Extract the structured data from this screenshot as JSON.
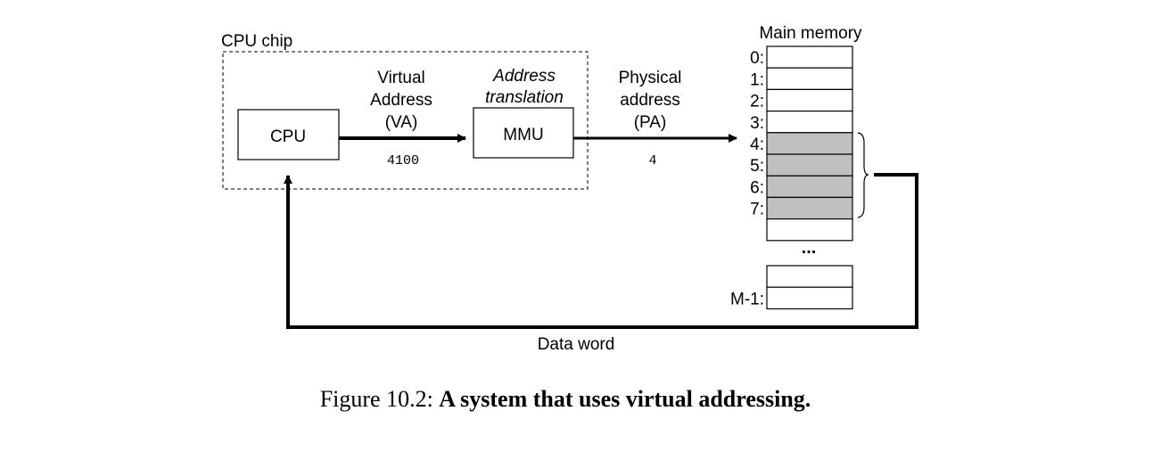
{
  "diagram": {
    "cpu_chip_label": "CPU chip",
    "cpu_label": "CPU",
    "mmu_label": "MMU",
    "virtual_address_label": [
      "Virtual",
      "Address",
      "(VA)"
    ],
    "virtual_address_value": "4100",
    "address_translation_label": [
      "Address",
      "translation"
    ],
    "physical_address_label": [
      "Physical",
      "address",
      "(PA)"
    ],
    "physical_address_value": "4",
    "main_memory_label": "Main memory",
    "memory_rows": [
      {
        "label": "0:",
        "highlighted": false
      },
      {
        "label": "1:",
        "highlighted": false
      },
      {
        "label": "2:",
        "highlighted": false
      },
      {
        "label": "3:",
        "highlighted": false
      },
      {
        "label": "4:",
        "highlighted": true
      },
      {
        "label": "5:",
        "highlighted": true
      },
      {
        "label": "6:",
        "highlighted": true
      },
      {
        "label": "7:",
        "highlighted": true
      },
      {
        "label": "",
        "highlighted": false
      }
    ],
    "ellipsis": "...",
    "memory_tail_rows": [
      {
        "label": "",
        "highlighted": false
      },
      {
        "label": "M-1:",
        "highlighted": false
      }
    ],
    "data_word_label": "Data word",
    "highlight_color": "#c0c0c0"
  },
  "caption": {
    "prefix": "Figure 10.2: ",
    "title": "A system that uses virtual addressing."
  }
}
